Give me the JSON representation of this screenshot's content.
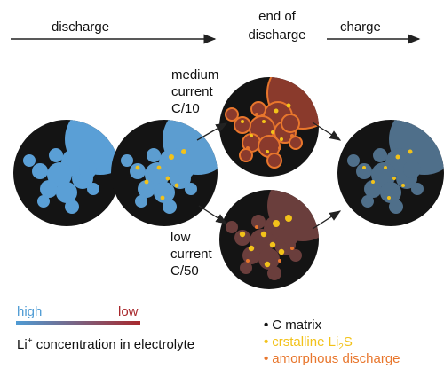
{
  "header": {
    "discharge": "discharge",
    "end_line1": "end  of",
    "end_line2": "discharge",
    "charge": "charge"
  },
  "branches": {
    "medium": [
      "medium",
      "current",
      "C/10"
    ],
    "low": [
      "low",
      "current",
      "C/50"
    ]
  },
  "scale": {
    "high": "high",
    "low": "low",
    "caption_pre": "Li",
    "caption_sup": "+",
    "caption_post": " concentration in electrolyte",
    "high_color": "#4e9bd4",
    "low_color": "#a8282c"
  },
  "legend": [
    {
      "pre": "C matrix",
      "sub": "",
      "post": "",
      "color": "#111111"
    },
    {
      "pre": "crstalline Li",
      "sub": "2",
      "post": "S",
      "color": "#f2c21a"
    },
    {
      "pre": "amorphous discharge",
      "sub": "",
      "post": "",
      "color": "#e8762c"
    }
  ],
  "colors": {
    "particle_bg": "#141414",
    "stage1_fill": "#5a9fd6",
    "stage2_fill": "#5c9dd0",
    "medium_fill": "#8a3a2c",
    "low_fill": "#6a3e3c",
    "charged_fill": "#4f6f8a",
    "crystal": "#f2c21a",
    "amorphous": "#e8762c",
    "arrow": "#222222"
  }
}
